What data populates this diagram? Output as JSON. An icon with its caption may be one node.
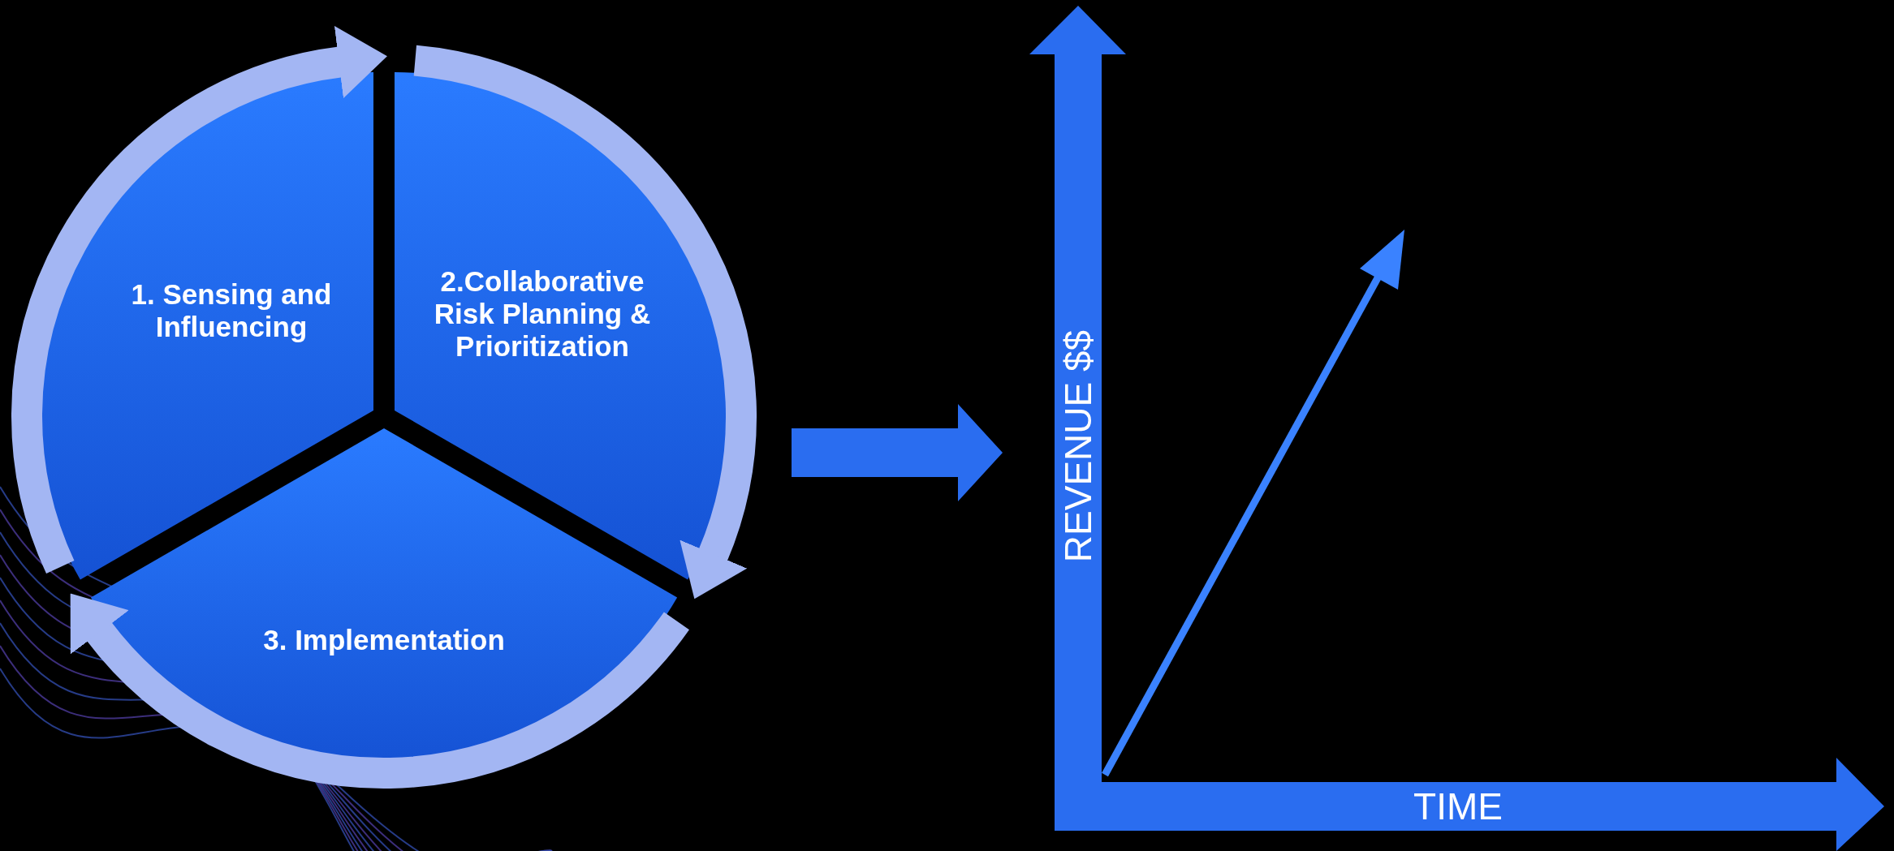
{
  "diagram": {
    "nodes": [
      {
        "text": [
          "1. Sensing and Influencing"
        ]
      },
      {
        "text": [
          "2.Collaborative Risk Planning & Prioritization"
        ]
      },
      {
        "text": [
          "3. Implementation"
        ]
      }
    ],
    "edges": [
      {
        "from": 0,
        "to": 1,
        "arrow": "to"
      },
      {
        "from": 1,
        "to": 2,
        "arrow": "to"
      },
      {
        "from": 2,
        "to": 0,
        "arrow": "to"
      }
    ],
    "labels": [
      "REVENUE $$",
      "TIME"
    ]
  }
}
